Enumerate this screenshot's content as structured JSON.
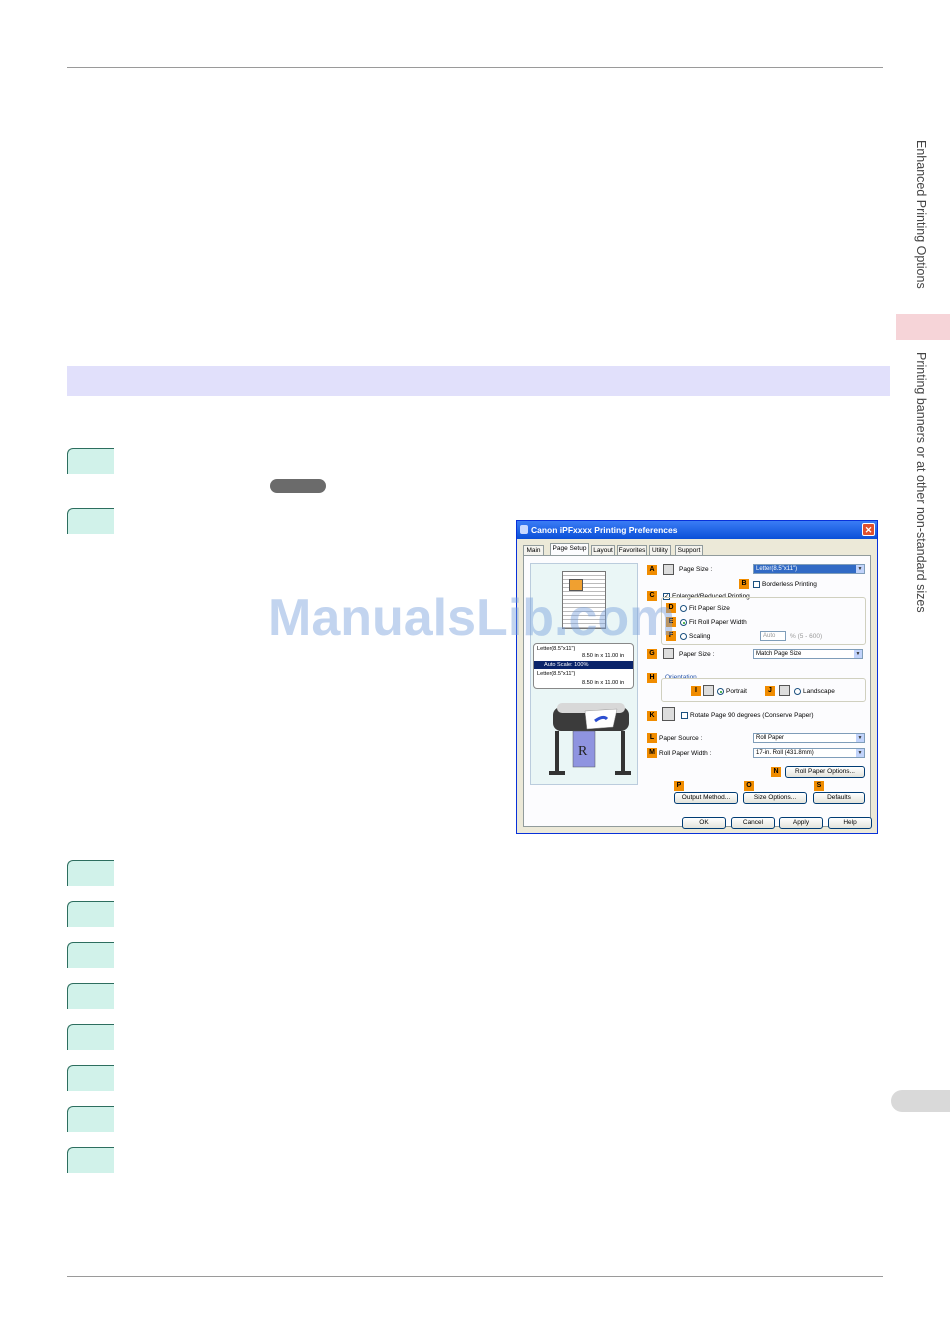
{
  "header": {
    "rule": true
  },
  "sidebar": {
    "section": "Enhanced Printing Options",
    "topic": "Printing banners or at other non-standard sizes"
  },
  "steps": {
    "count": 10
  },
  "watermark": "ManualsLib.com",
  "dialog": {
    "title": "Canon iPFxxxx Printing Preferences",
    "close": "✕",
    "tabs": [
      "Main",
      "Page Setup",
      "Layout",
      "Favorites",
      "Utility",
      "Support"
    ],
    "active_tab": "Page Setup",
    "labels": [
      "A",
      "B",
      "C",
      "D",
      "E",
      "F",
      "G",
      "H",
      "I",
      "J",
      "K",
      "L",
      "M",
      "N",
      "P",
      "O",
      "S"
    ],
    "page_size_label": "Page Size :",
    "page_size_value": "Letter(8.5\"x11\")",
    "borderless": "Borderless Printing",
    "enlarged": "Enlarged/Reduced Printing",
    "fit_paper": "Fit Paper Size",
    "fit_roll": "Fit Roll Paper Width",
    "scaling": "Scaling",
    "scaling_value": "Auto",
    "scaling_range": "% (5 - 600)",
    "paper_size_label": "Paper Size :",
    "paper_size_value": "Match Page Size",
    "orientation": "Orientation",
    "portrait": "Portrait",
    "landscape": "Landscape",
    "rotate": "Rotate Page 90 degrees (Conserve Paper)",
    "paper_source_label": "Paper Source :",
    "paper_source_value": "Roll Paper",
    "roll_width_label": "Roll Paper Width :",
    "roll_width_value": "17-in. Roll (431.8mm)",
    "roll_options": "Roll Paper Options...",
    "output_method": "Output Method...",
    "size_options": "Size Options...",
    "defaults": "Defaults",
    "ok": "OK",
    "cancel": "Cancel",
    "apply": "Apply",
    "help": "Help",
    "preview": {
      "line1": "Letter(8.5\"x11\")",
      "line2": "8.50 in x 11.00 in",
      "line3": "Auto Scale: 100%",
      "line4": "Letter(8.5\"x11\")",
      "line5": "8.50 in x 11.00 in"
    }
  },
  "colors": {
    "band": "#e1e0fb",
    "step": "#d1f2ea",
    "sidebar_highlight": "#f6d4d8",
    "label_orange": "#f08c00"
  }
}
